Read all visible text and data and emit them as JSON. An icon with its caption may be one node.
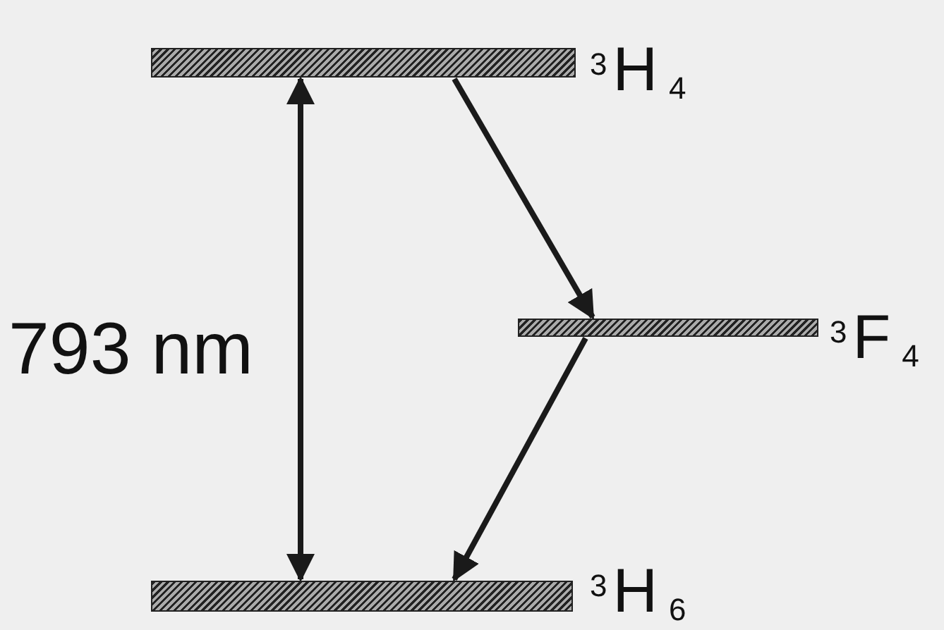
{
  "diagram": {
    "nodes": [
      {
        "text": [],
        "shape": "bar",
        "beside": [
          "$^{3}$H$_{4}$"
        ]
      },
      {
        "text": [],
        "shape": "bar",
        "beside": [
          "$^{3}$F$_{4}$"
        ]
      },
      {
        "text": [],
        "shape": "bar",
        "beside": [
          "$^{3}$H$_{6}$"
        ]
      }
    ],
    "edges": [
      {
        "from": 0,
        "to": 2,
        "arrow": "both",
        "label": "793 nm"
      },
      {
        "from": 0,
        "to": 1,
        "arrow": "to"
      },
      {
        "from": 1,
        "to": 2,
        "arrow": "to"
      }
    ]
  }
}
